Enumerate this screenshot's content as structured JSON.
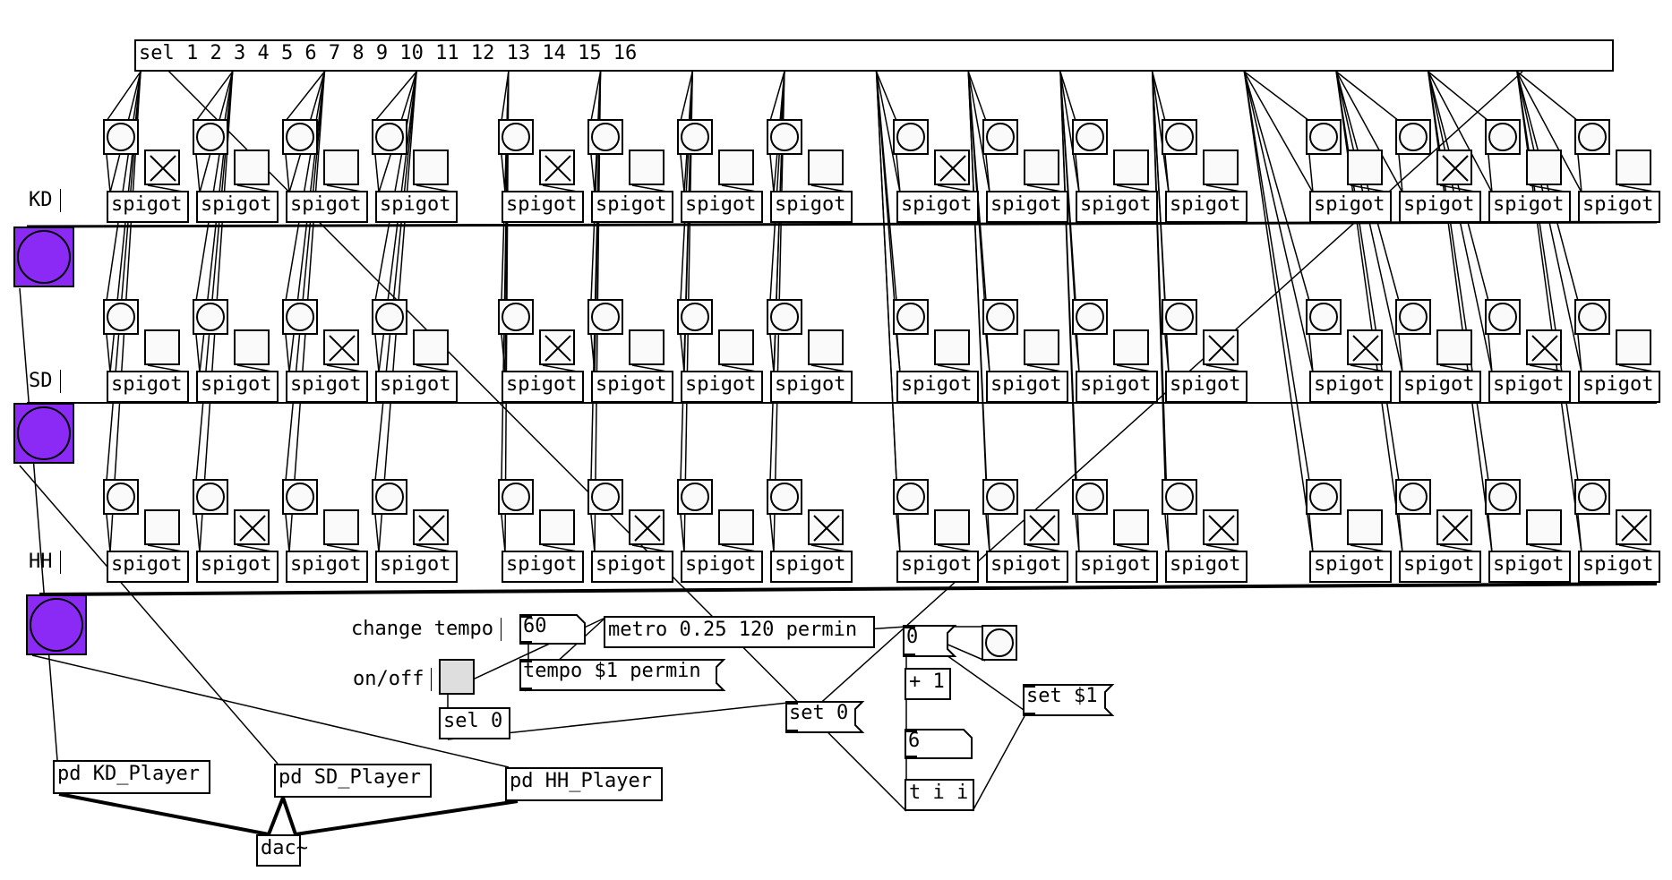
{
  "patch": {
    "select_object": "sel 1 2 3 4 5 6 7 8 9 10 11 12 13 14 15 16",
    "tracks": [
      {
        "label": "KD",
        "steps": [
          true,
          false,
          false,
          false,
          true,
          false,
          false,
          false,
          true,
          false,
          false,
          false,
          false,
          true,
          false,
          false
        ],
        "bang_color": "#8b2af5"
      },
      {
        "label": "SD",
        "steps": [
          false,
          false,
          true,
          false,
          true,
          false,
          false,
          false,
          false,
          false,
          false,
          true,
          true,
          false,
          true,
          false
        ],
        "bang_color": "#8b2af5"
      },
      {
        "label": "HH",
        "steps": [
          false,
          true,
          false,
          true,
          false,
          true,
          false,
          true,
          false,
          true,
          false,
          true,
          false,
          true,
          false,
          true
        ],
        "bang_color": "#8b2af5"
      }
    ],
    "gate_object": "spigot",
    "controls": {
      "change_tempo_label": "change tempo",
      "tempo_value": "60",
      "on_off_label": "on/off",
      "metro": "metro 0.25 120 permin",
      "tempo_msg": "tempo $1 permin",
      "sel0": "sel 0",
      "set0": "set 0",
      "counter_value": "0",
      "plus1": "+ 1",
      "mod_value": "6",
      "trigger": "t i i",
      "set_msg": "set $1"
    },
    "players": [
      "pd KD_Player",
      "pd SD_Player",
      "pd HH_Player"
    ],
    "dac": "dac~"
  }
}
